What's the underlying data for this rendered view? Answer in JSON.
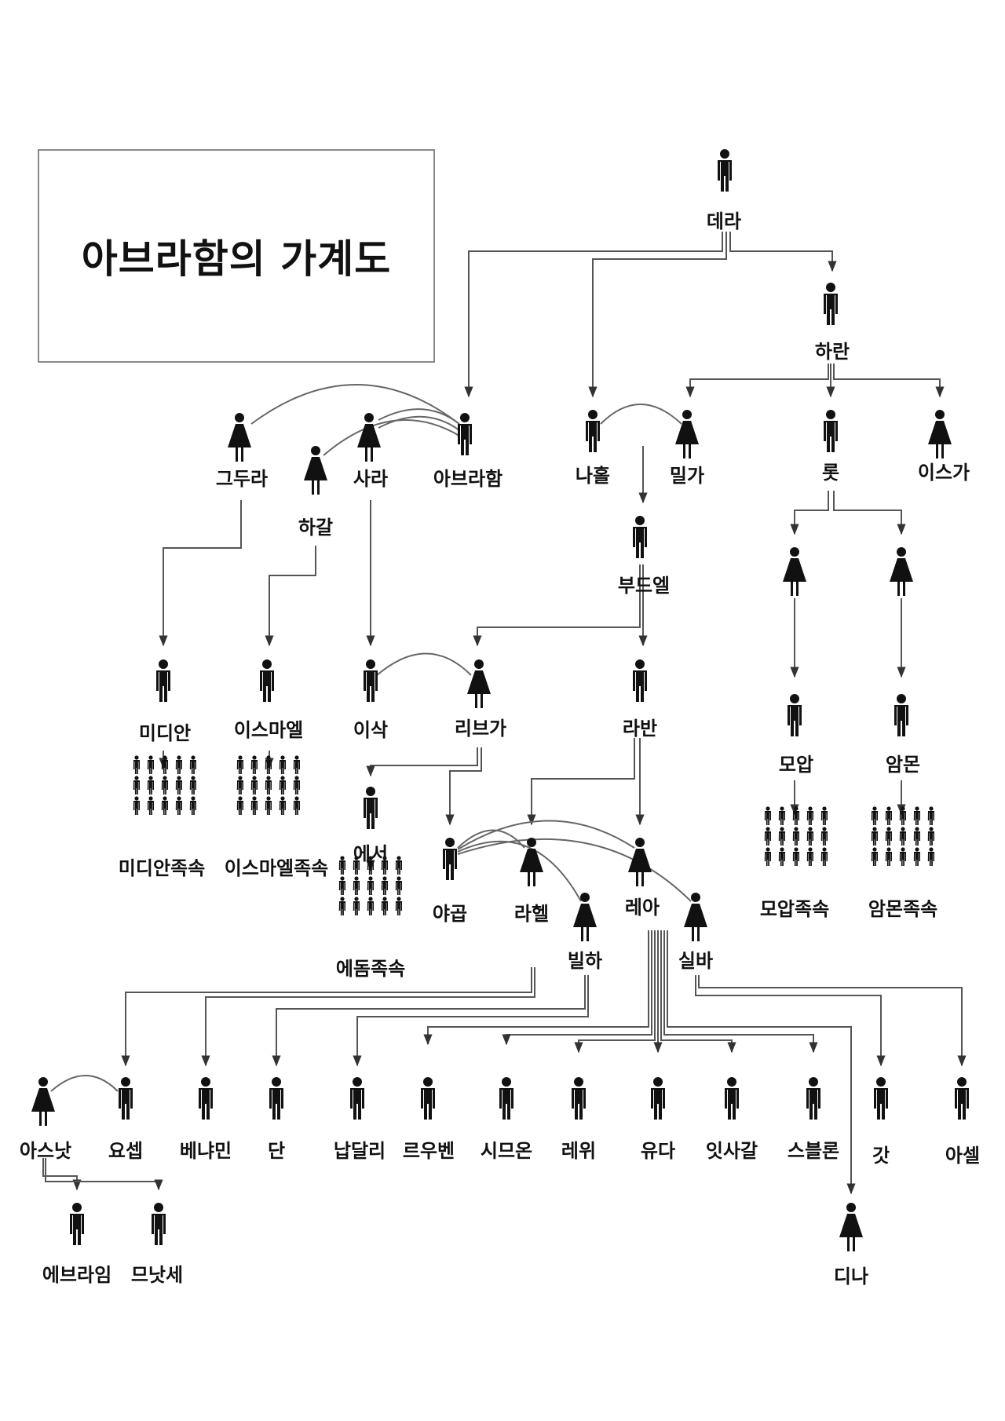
{
  "title": "아브라함의 가계도",
  "colors": {
    "figure": "#111111",
    "line": "#555555",
    "arrow": "#333333"
  },
  "people": [
    {
      "id": "dera",
      "name": "데라",
      "sex": "m"
    },
    {
      "id": "haran",
      "name": "하란",
      "sex": "m"
    },
    {
      "id": "ketura",
      "name": "그두라",
      "sex": "f"
    },
    {
      "id": "sara",
      "name": "사라",
      "sex": "f"
    },
    {
      "id": "abraham",
      "name": "아브라함",
      "sex": "m"
    },
    {
      "id": "hagar",
      "name": "하갈",
      "sex": "f"
    },
    {
      "id": "nahor",
      "name": "나홀",
      "sex": "m"
    },
    {
      "id": "milka",
      "name": "밀가",
      "sex": "f"
    },
    {
      "id": "lot",
      "name": "롯",
      "sex": "m"
    },
    {
      "id": "iska",
      "name": "이스가",
      "sex": "f"
    },
    {
      "id": "bethuel",
      "name": "부드엘",
      "sex": "m"
    },
    {
      "id": "lotdau1",
      "name": "",
      "sex": "f"
    },
    {
      "id": "lotdau2",
      "name": "",
      "sex": "f"
    },
    {
      "id": "midian",
      "name": "미디안",
      "sex": "m"
    },
    {
      "id": "ishmael",
      "name": "이스마엘",
      "sex": "m"
    },
    {
      "id": "isaac",
      "name": "이삭",
      "sex": "m"
    },
    {
      "id": "rebekah",
      "name": "리브가",
      "sex": "f"
    },
    {
      "id": "laban",
      "name": "라반",
      "sex": "m"
    },
    {
      "id": "moab",
      "name": "모압",
      "sex": "m"
    },
    {
      "id": "ammon",
      "name": "암몬",
      "sex": "m"
    },
    {
      "id": "esau",
      "name": "에서",
      "sex": "m"
    },
    {
      "id": "jacob",
      "name": "야곱",
      "sex": "m"
    },
    {
      "id": "rachel",
      "name": "라헬",
      "sex": "f"
    },
    {
      "id": "leah",
      "name": "레아",
      "sex": "f"
    },
    {
      "id": "bilhah",
      "name": "빌하",
      "sex": "f"
    },
    {
      "id": "zilpah",
      "name": "실바",
      "sex": "f"
    },
    {
      "id": "asenath",
      "name": "아스낫",
      "sex": "f"
    },
    {
      "id": "joseph",
      "name": "요셉",
      "sex": "m"
    },
    {
      "id": "benjamin",
      "name": "베냐민",
      "sex": "m"
    },
    {
      "id": "dan",
      "name": "단",
      "sex": "m"
    },
    {
      "id": "naphtali",
      "name": "납달리",
      "sex": "m"
    },
    {
      "id": "reuben",
      "name": "르우벤",
      "sex": "m"
    },
    {
      "id": "simeon",
      "name": "시므온",
      "sex": "m"
    },
    {
      "id": "levi",
      "name": "레위",
      "sex": "m"
    },
    {
      "id": "judah",
      "name": "유다",
      "sex": "m"
    },
    {
      "id": "issachar",
      "name": "잇사갈",
      "sex": "m"
    },
    {
      "id": "zebulun",
      "name": "스블론",
      "sex": "m"
    },
    {
      "id": "gad",
      "name": "갓",
      "sex": "m"
    },
    {
      "id": "asher",
      "name": "아셀",
      "sex": "m"
    },
    {
      "id": "ephraim",
      "name": "에브라임",
      "sex": "m"
    },
    {
      "id": "manasseh",
      "name": "므낫세",
      "sex": "m"
    },
    {
      "id": "dinah",
      "name": "디나",
      "sex": "f"
    }
  ],
  "tribes": [
    {
      "id": "midianites",
      "name": "미디안족속"
    },
    {
      "id": "ishmaelites",
      "name": "이스마엘족속"
    },
    {
      "id": "edomites",
      "name": "에돔족속"
    },
    {
      "id": "moabites",
      "name": "모압족속"
    },
    {
      "id": "ammonites",
      "name": "암몬족속"
    }
  ]
}
